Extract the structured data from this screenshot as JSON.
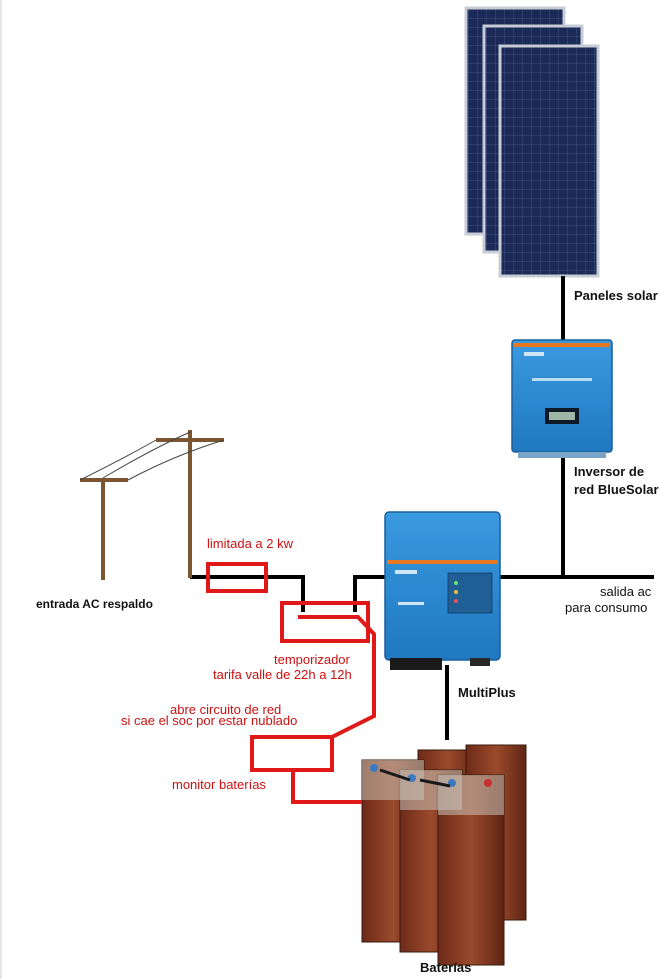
{
  "labels": {
    "solar_panels": "Paneles solar",
    "inverter_line1": "Inversor de",
    "inverter_line2": "red BlueSolar",
    "ac_input": "entrada AC respaldo",
    "limit": "limitada a 2 kw",
    "output_line1": "salida ac",
    "output_line2": "para consumo",
    "timer_line1": "temporizador",
    "timer_line2": "tarifa valle de 22h a 12h",
    "cutoff_line1": "abre circuito de red",
    "cutoff_line2": "si cae el soc por estar nublado",
    "battery_monitor": "monitor baterías",
    "multiplus": "MultiPlus",
    "batteries": "Baterías"
  },
  "colors": {
    "wire": "#000000",
    "control_red": "#e01818",
    "panel": "#1c2a57",
    "victron_blue": "#2a8ad0",
    "pole": "#7a5632",
    "battery": "#8c3a22"
  },
  "icons": [
    "solar-panel-icon",
    "utility-pole-icon",
    "inverter-icon",
    "multiplus-icon",
    "battery-bank-icon"
  ]
}
